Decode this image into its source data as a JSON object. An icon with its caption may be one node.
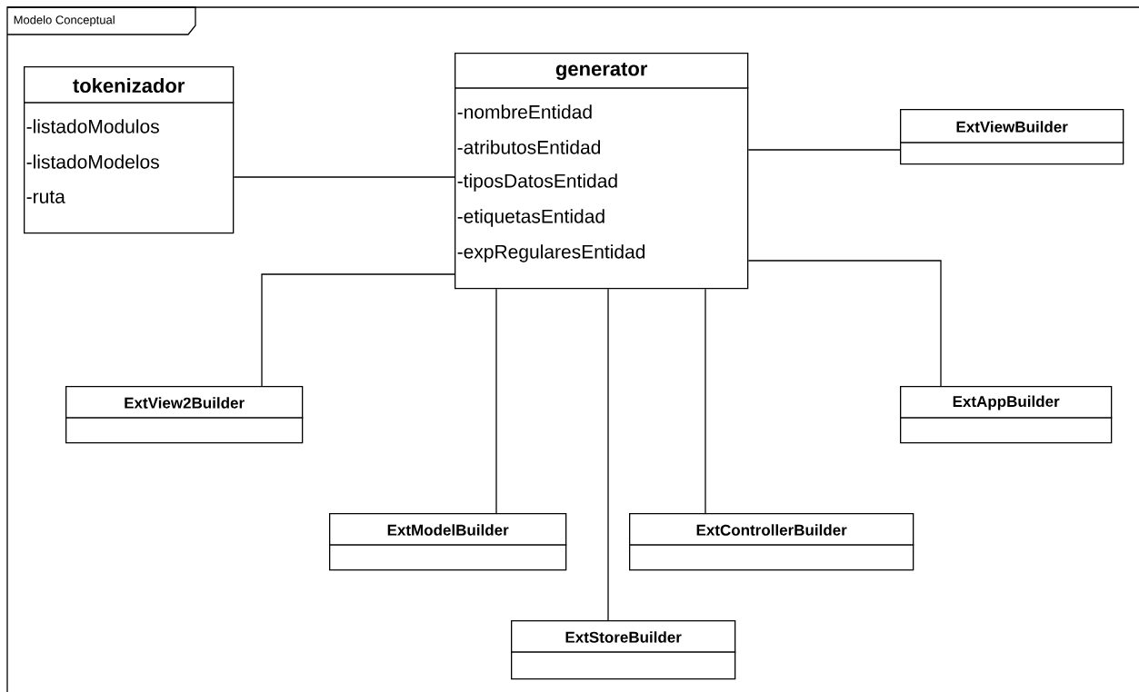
{
  "diagram": {
    "nodes": [
      {
        "text": [
          "Modelo Conceptual"
        ]
      },
      {
        "text": [
          "tokenizador",
          "-listadoModulos",
          "-listadoModelos",
          "-ruta"
        ],
        "in": 0
      },
      {
        "text": [
          "generator",
          "-nombreEntidad",
          "-atributosEntidad",
          "-tiposDatosEntidad",
          "-etiquetasEntidad",
          "-expRegularesEntidad"
        ],
        "in": 0
      },
      {
        "text": [
          "ExtViewBuilder"
        ],
        "in": 0
      },
      {
        "text": [
          "ExtView2Builder"
        ],
        "in": 0
      },
      {
        "text": [
          "ExtAppBuilder"
        ],
        "in": 0
      },
      {
        "text": [
          "ExtModelBuilder"
        ],
        "in": 0
      },
      {
        "text": [
          "ExtControllerBuilder"
        ],
        "in": 0
      },
      {
        "text": [
          "ExtStoreBuilder"
        ],
        "in": 0
      }
    ],
    "edges": [
      {
        "from": 1,
        "to": 2,
        "arrow": "none"
      },
      {
        "from": 2,
        "to": 3,
        "arrow": "none"
      },
      {
        "from": 2,
        "to": 4,
        "arrow": "none"
      },
      {
        "from": 2,
        "to": 5,
        "arrow": "none"
      },
      {
        "from": 2,
        "to": 6,
        "arrow": "none"
      },
      {
        "from": 2,
        "to": 7,
        "arrow": "none"
      },
      {
        "from": 2,
        "to": 8,
        "arrow": "none"
      }
    ]
  }
}
